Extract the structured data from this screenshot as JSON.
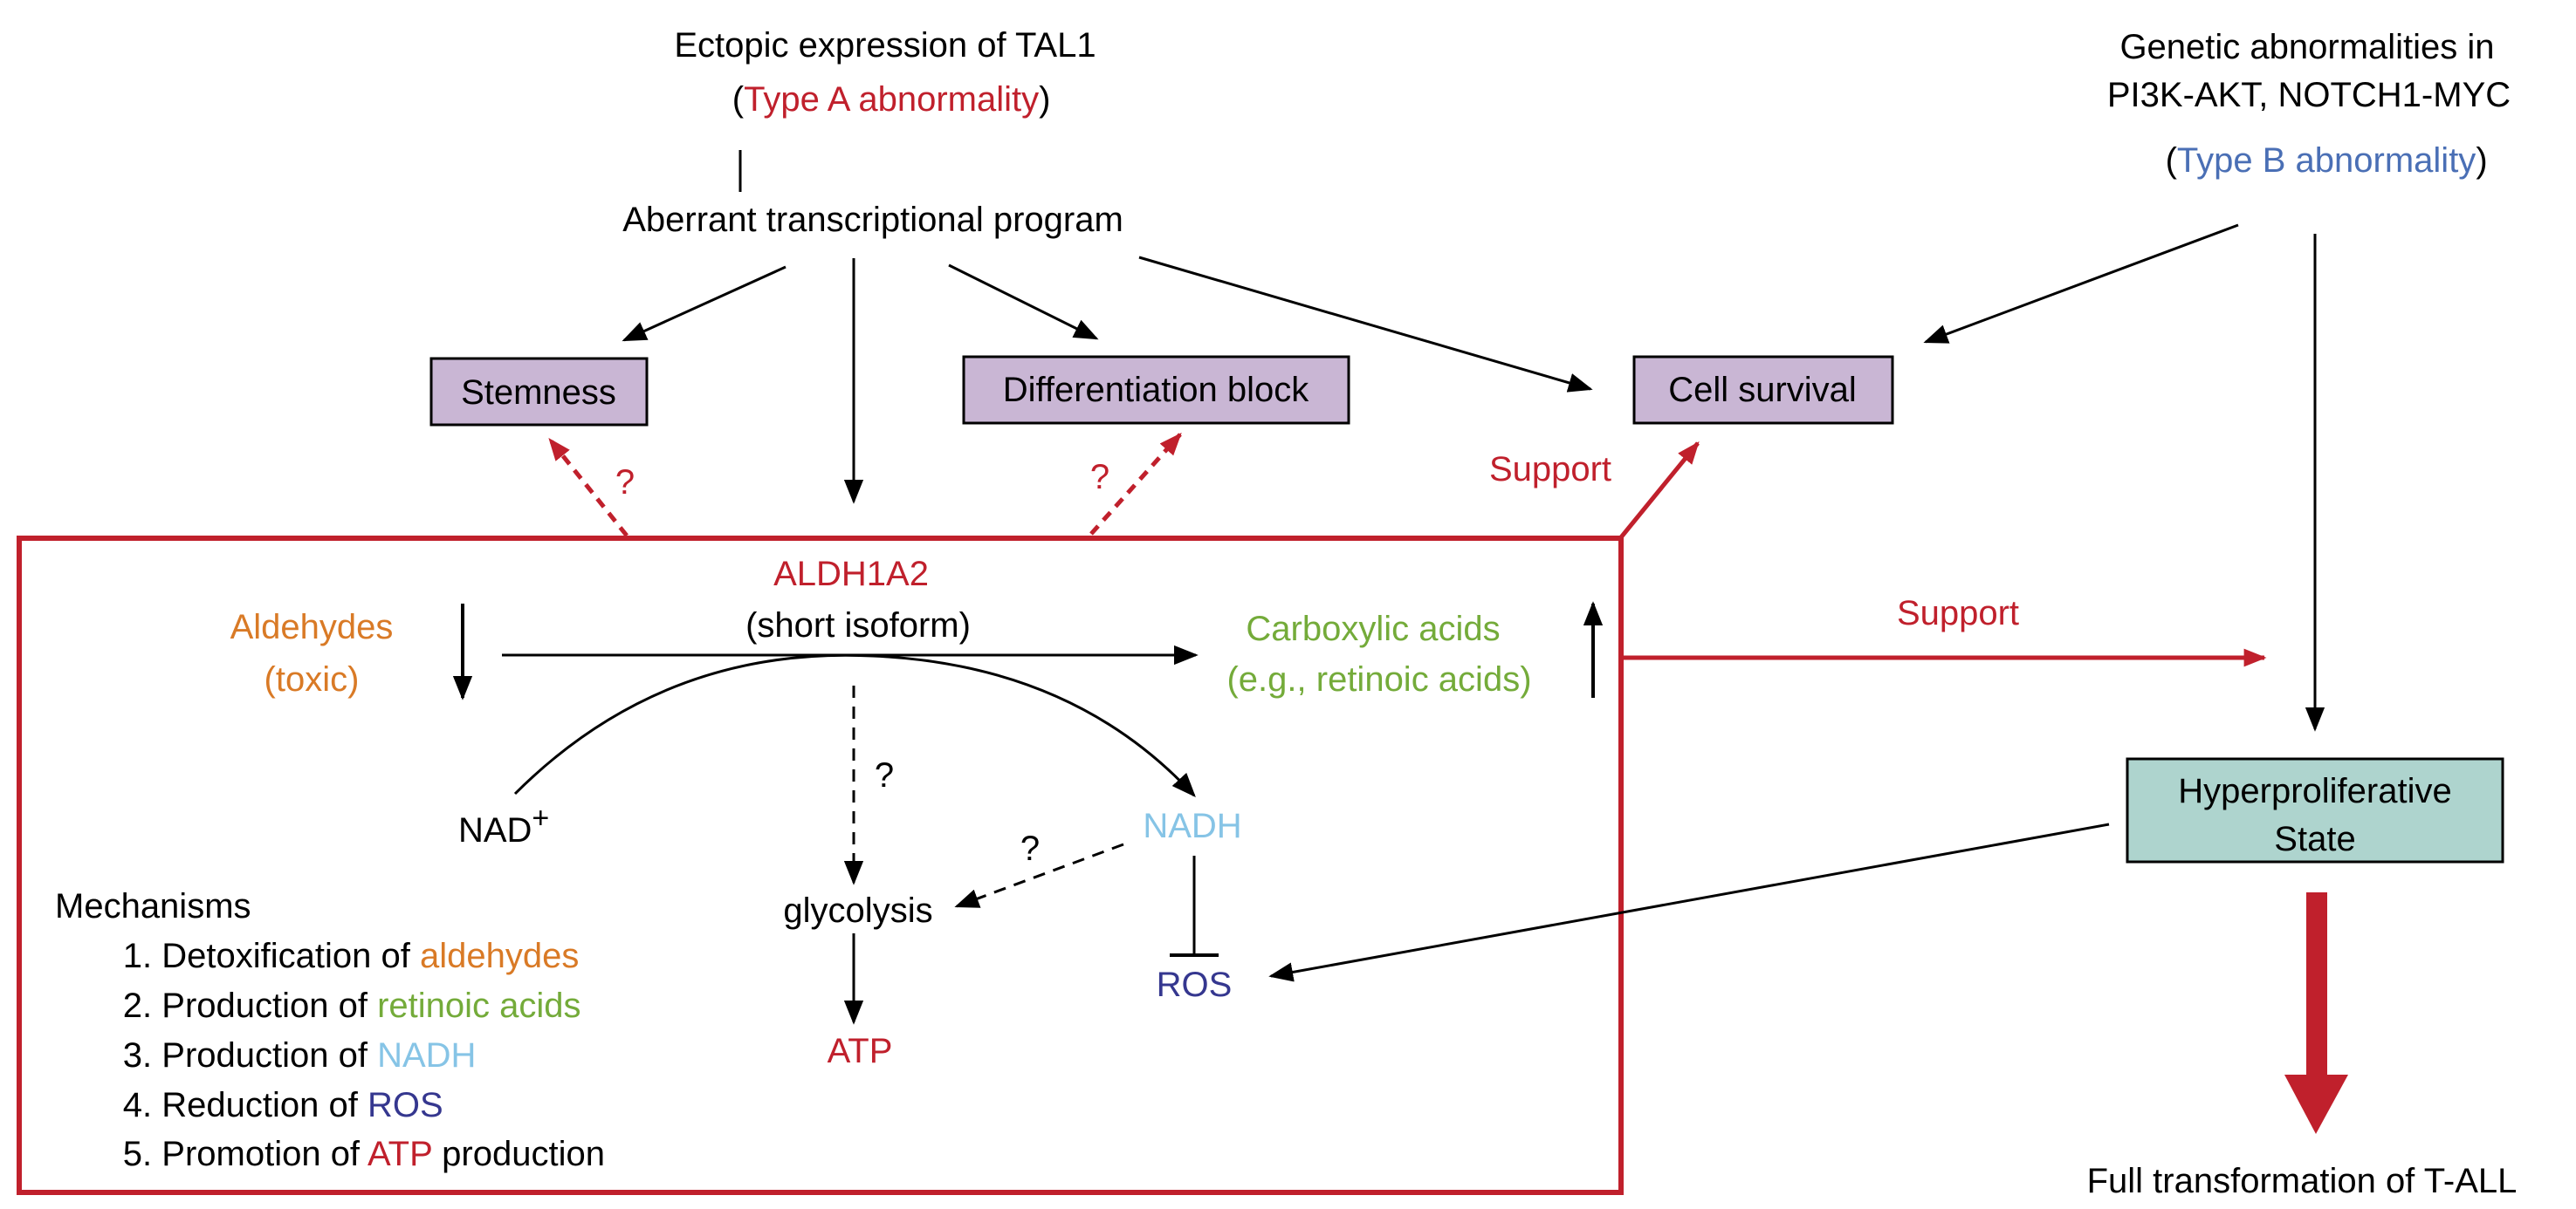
{
  "diagram": {
    "type_a": {
      "line1": "Ectopic expression of TAL1",
      "open_paren": "(",
      "label": "Type A abnormality",
      "close_paren": ")"
    },
    "type_b": {
      "line1": "Genetic abnormalities in",
      "line2": "PI3K-AKT, NOTCH1-MYC",
      "open_paren": "(",
      "label": "Type B abnormality",
      "close_paren": ")"
    },
    "aberrant_program": "Aberrant transcriptional program",
    "boxes": {
      "stemness": "Stemness",
      "differentiation_block": "Differentiation block",
      "cell_survival": "Cell survival",
      "hyperproliferative_line1": "Hyperproliferative",
      "hyperproliferative_line2": "State"
    },
    "support_labels": {
      "to_cell_survival": "Support",
      "to_hyperproliferative": "Support"
    },
    "question_marks": {
      "stemness": "?",
      "differentiation": "?",
      "glycolysis_vertical": "?",
      "nadh_glycolysis": "?"
    },
    "aldh_box": {
      "enzyme": "ALDH1A2",
      "isoform": "(short isoform)",
      "aldehydes": "Aldehydes",
      "aldehydes_note": "(toxic)",
      "carboxylic": "Carboxylic acids",
      "carboxylic_note": "(e.g., retinoic acids)",
      "nad": "NAD",
      "nad_sup": "+",
      "nadh": "NADH",
      "glycolysis": "glycolysis",
      "atp": "ATP",
      "ros": "ROS"
    },
    "mechanisms": {
      "title": "Mechanisms",
      "items": [
        {
          "prefix": "1. Detoxification of ",
          "highlight": "aldehydes",
          "suffix": "",
          "color": "orange"
        },
        {
          "prefix": "2. Production of ",
          "highlight": "retinoic acids",
          "suffix": "",
          "color": "green"
        },
        {
          "prefix": "3. Production of ",
          "highlight": "NADH",
          "suffix": "",
          "color": "lightblue"
        },
        {
          "prefix": "4. Reduction of ",
          "highlight": "ROS",
          "suffix": "",
          "color": "navy"
        },
        {
          "prefix": "5. Promotion of ",
          "highlight": "ATP",
          "suffix": " production",
          "color": "red"
        }
      ]
    },
    "outcome": "Full transformation of T-ALL",
    "colors": {
      "red": "#c0202c",
      "blue": "#4a6fb5",
      "orange": "#d97a26",
      "green": "#74ab3a",
      "lightblue": "#86c4e6",
      "navy": "#35378f",
      "purple_box": "#c9b6d4",
      "teal_box": "#aed4ce"
    }
  }
}
